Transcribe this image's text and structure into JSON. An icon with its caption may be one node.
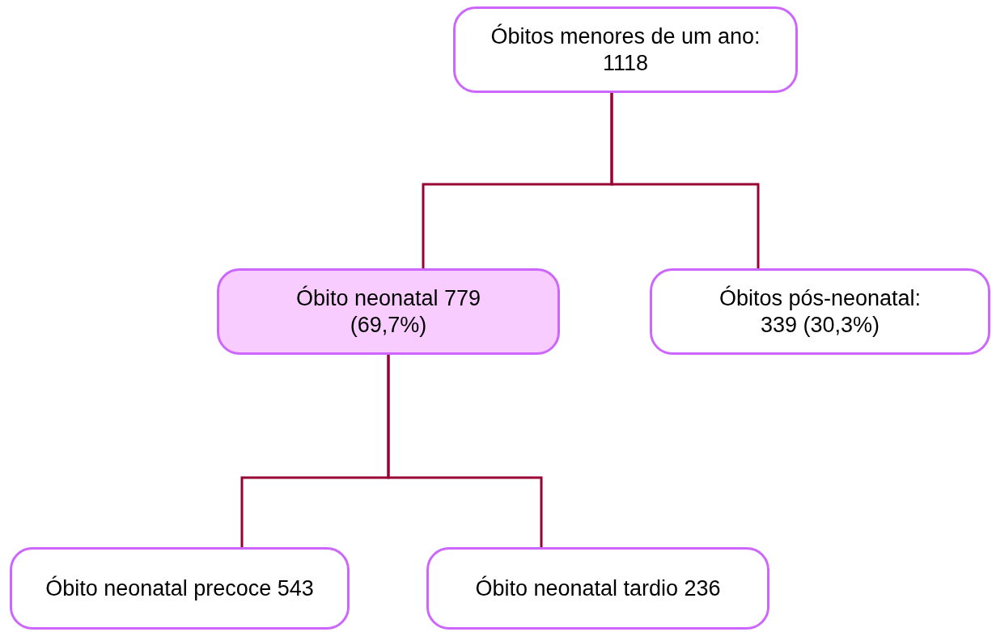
{
  "diagram": {
    "nodes": [
      {
        "text": [
          "Óbitos menores de um ano: 1118"
        ]
      },
      {
        "text": [
          "Óbito neonatal 779 (69,7%)"
        ]
      },
      {
        "text": [
          "Óbitos pós-neonatal: 339 (30,3%)"
        ]
      },
      {
        "text": [
          "Óbito neonatal precoce 543"
        ]
      },
      {
        "text": [
          "Óbito neonatal tardio 236"
        ]
      }
    ],
    "edges": [
      {
        "from": 0,
        "to": 1,
        "arrow": "none"
      },
      {
        "from": 0,
        "to": 2,
        "arrow": "none"
      },
      {
        "from": 1,
        "to": 3,
        "arrow": "none"
      },
      {
        "from": 1,
        "to": 4,
        "arrow": "none"
      }
    ]
  }
}
